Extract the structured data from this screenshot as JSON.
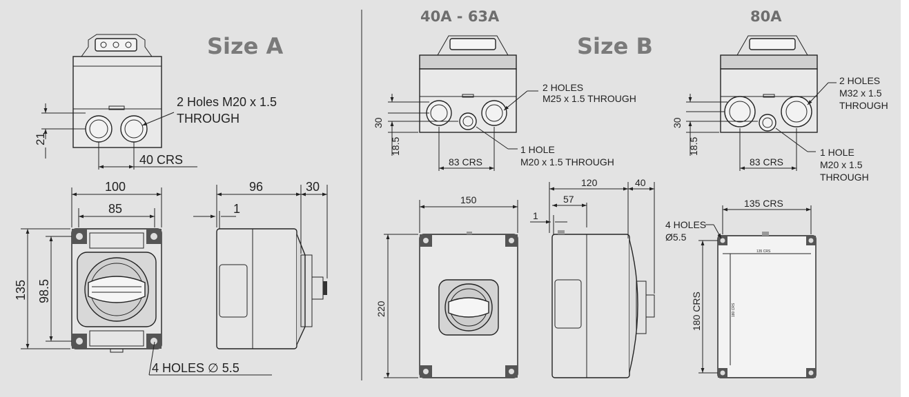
{
  "size_a": {
    "title": "Size A",
    "callout_holes_line1": "2 Holes M20 x 1.5",
    "callout_holes_line2": "THROUGH",
    "dim_21": "21",
    "dim_40crs": "40  CRS",
    "dim_100": "100",
    "dim_85": "85",
    "dim_135": "135",
    "dim_98_5": "98.5",
    "dim_96": "96",
    "dim_30": "30",
    "dim_1": "1",
    "callout_mount": "4 HOLES  ∅ 5.5"
  },
  "size_b": {
    "title": "Size B",
    "header_40_63": "40A - 63A",
    "header_80": "80A",
    "b1_holes_line1": "2 HOLES",
    "b1_holes_line2": "M25 x 1.5 THROUGH",
    "b1_hole_line1": "1 HOLE",
    "b1_hole_line2": "M20 x 1.5 THROUGH",
    "b1_dim_30": "30",
    "b1_dim_18_5": "18.5",
    "b1_dim_83crs": "83  CRS",
    "b2_holes_line1": "2 HOLES",
    "b2_holes_line2": "M32 x 1.5",
    "b2_holes_line3": "THROUGH",
    "b2_hole_line1": "1 HOLE",
    "b2_hole_line2": "M20 x 1.5",
    "b2_hole_line3": "THROUGH",
    "b2_dim_30": "30",
    "b2_dim_18_5": "18.5",
    "b2_dim_83crs": "83  CRS",
    "dim_150": "150",
    "dim_220": "220",
    "dim_120": "120",
    "dim_40": "40",
    "dim_57": "57",
    "dim_1": "1",
    "dim_135crs": "135  CRS",
    "dim_180crs": "180  CRS",
    "mount_line1": "4 HOLES",
    "mount_line2": "Ø5.5",
    "inner_label": "135 CRS",
    "inner_label_v": "180 CRS"
  }
}
